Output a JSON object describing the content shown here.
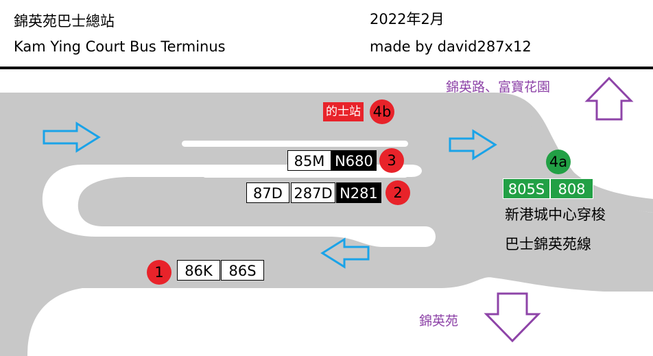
{
  "header": {
    "title_zh": "錦英苑巴士總站",
    "title_en": "Kam Ying Court Bus Terminus",
    "date": "2022年2月",
    "credit": "made by david287x12"
  },
  "colors": {
    "road": "#c8c8c8",
    "stop_red": "#e8232a",
    "stop_green": "#22a045",
    "direction_arrow": "#1aa3e8",
    "destination": "#8e44a8",
    "night_route_bg": "#000000"
  },
  "stops": {
    "s1": {
      "label": "1",
      "routes": [
        "86K",
        "86S"
      ]
    },
    "s2": {
      "label": "2",
      "routes": [
        "87D",
        "287D",
        "N281"
      ]
    },
    "s3": {
      "label": "3",
      "routes": [
        "85M",
        "N680"
      ]
    },
    "s4a": {
      "label": "4a",
      "routes": [
        "805S",
        "808"
      ],
      "desc_line1": "新港城中心穿梭",
      "desc_line2": "巴士錦英苑線"
    },
    "s4b": {
      "label": "4b",
      "taxi_label": "的士站"
    }
  },
  "destinations": {
    "north": "錦英路、富寶花園",
    "south": "錦英苑"
  },
  "icons": {
    "flow_arrow": "right-arrow-outline-icon",
    "exit_arrow": "up-arrow-outline-icon"
  }
}
